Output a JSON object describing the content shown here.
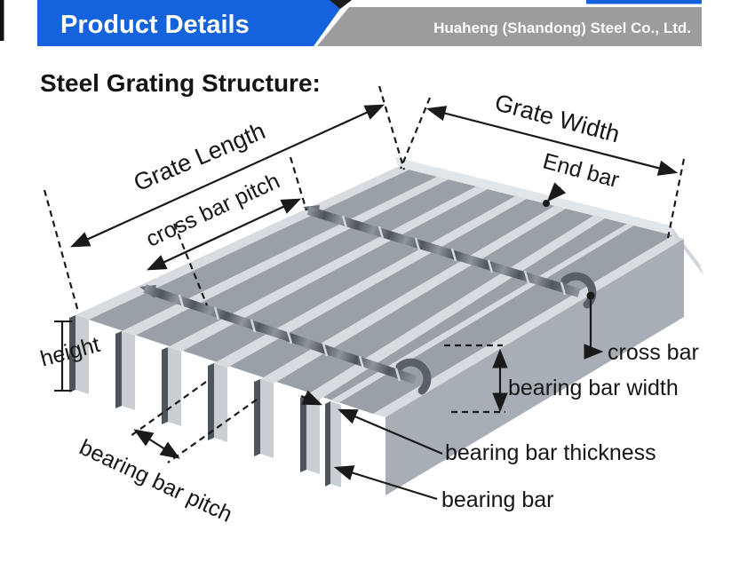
{
  "header": {
    "product_details_label": "Product Details",
    "company_name": "Huaheng (Shandong) Steel Co., Ltd."
  },
  "section_title": "Steel Grating Structure:",
  "diagram": {
    "labels": {
      "grate_length": "Grate Length",
      "cross_bar_pitch": "cross bar pitch",
      "grate_width": "Grate Width",
      "end_bar": "End bar",
      "height": "height",
      "cross_bar": "cross bar",
      "bearing_bar_width": "bearing bar width",
      "bearing_bar_thickness": "bearing bar thickness",
      "bearing_bar": "bearing bar",
      "bearing_bar_pitch": "bearing bar pitch"
    },
    "colors": {
      "banner_blue": "#1463dd",
      "banner_gray": "#9c9c9c",
      "steel_top_light": "#d8dbdf",
      "steel_gap_mid": "#9aa0a7",
      "steel_face_light": "#c9ced3",
      "steel_side_dark": "#4e545b",
      "annotation_line": "#1a1a1a"
    }
  }
}
